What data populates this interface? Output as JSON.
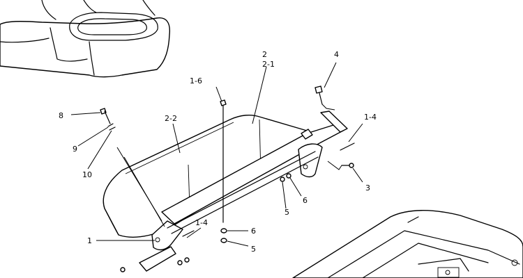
{
  "labels": {
    "l_2": "2",
    "l_2_1": "2-1",
    "l_4": "4",
    "l_1_6": "1-6",
    "l_8": "8",
    "l_2_2": "2-2",
    "l_1_4a": "1-4",
    "l_9": "9",
    "l_10": "10",
    "l_3": "3",
    "l_6a": "6",
    "l_5a": "5",
    "l_1_4b": "1-4",
    "l_1": "1",
    "l_6b": "6",
    "l_5b": "5"
  }
}
